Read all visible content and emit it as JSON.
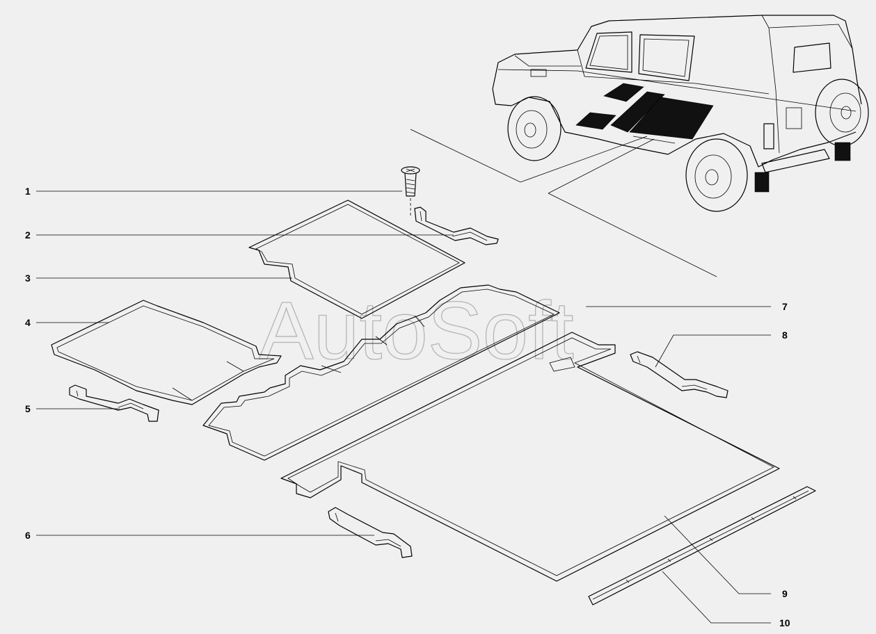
{
  "diagram": {
    "watermark": "AutoSoft",
    "callouts": [
      "1",
      "2",
      "3",
      "4",
      "5",
      "6",
      "7",
      "8",
      "9",
      "10"
    ]
  }
}
